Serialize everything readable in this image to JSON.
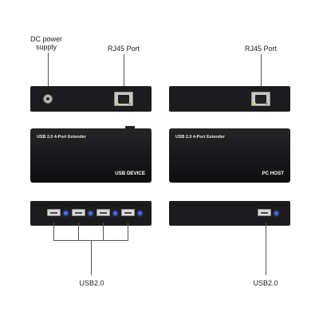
{
  "labels": {
    "dc_power": "DC power\nsupply",
    "rj45_left": "RJ45 Port",
    "rj45_right": "RJ45 Port",
    "usb_left": "USB2.0",
    "usb_right": "USB2.0"
  },
  "device_left": {
    "title": "USB 2.0 4-Port Extender",
    "side": "USB DEVICE"
  },
  "device_right": {
    "title": "USB 2.0 4-Port Extender",
    "side": "PC HOST"
  },
  "colors": {
    "device_body": "#1c1c1e",
    "led": "#3d6bff",
    "rj45_led_left": "#d9c637",
    "rj45_led_right": "#49b84a"
  }
}
